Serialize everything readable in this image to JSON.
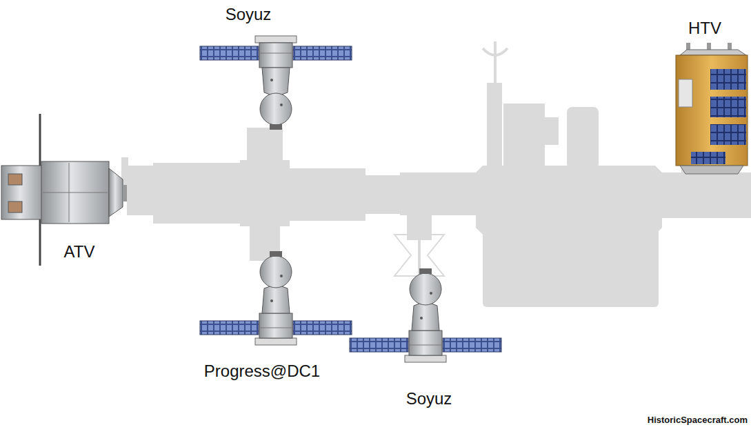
{
  "diagram": {
    "labels": [
      "Soyuz",
      "HTV",
      "ATV",
      "Progress@DC1",
      "Soyuz",
      "HistoricSpacecraft.com"
    ]
  }
}
